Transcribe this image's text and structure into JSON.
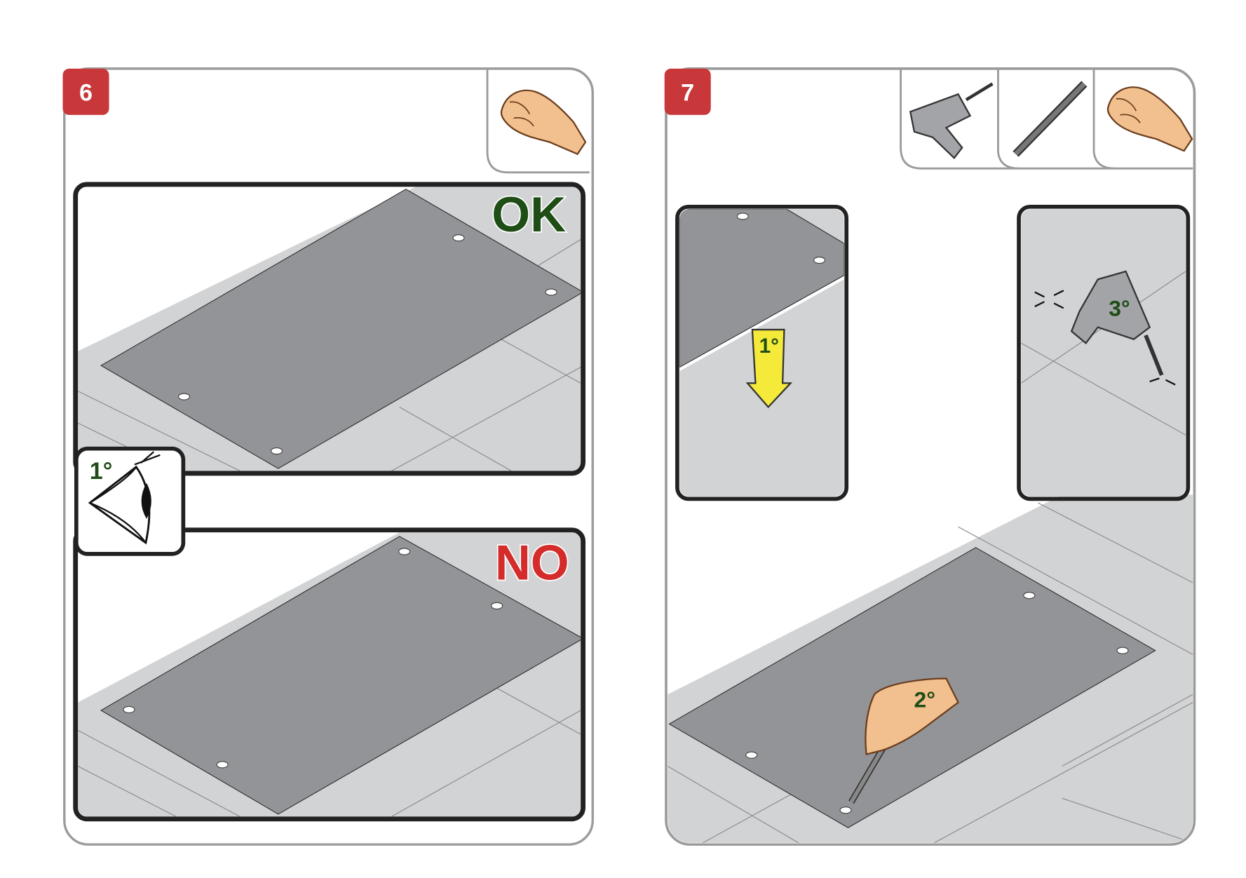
{
  "steps": [
    {
      "number": "6",
      "tools": [
        "hand-icon"
      ],
      "ok_label": "OK",
      "no_label": "NO",
      "eye_step": "1°"
    },
    {
      "number": "7",
      "tools": [
        "drill-icon",
        "pencil-icon",
        "hand-icon"
      ],
      "substep_1": "1°",
      "substep_2": "2°",
      "substep_3": "3°"
    }
  ],
  "colors": {
    "badge": "#c8373a",
    "ok": "#1f4d16",
    "no": "#d42b2b",
    "plate": "#939498",
    "floor": "#d2d3d5",
    "arrow": "#f5e93a"
  }
}
